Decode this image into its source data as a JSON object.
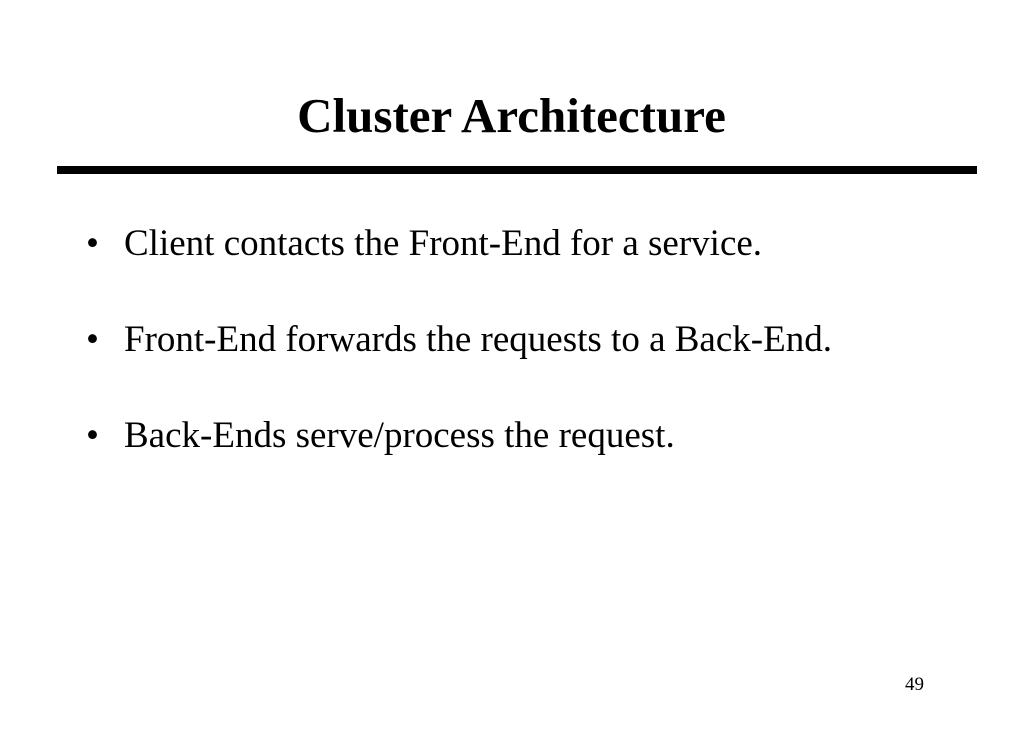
{
  "slide": {
    "title": "Cluster Architecture",
    "bullet_symbol": "•",
    "bullets": [
      "Client contacts the Front-End for a service.",
      "Front-End forwards the requests to a Back-End.",
      "Back-Ends serve/process the request."
    ],
    "page_number": "49"
  }
}
